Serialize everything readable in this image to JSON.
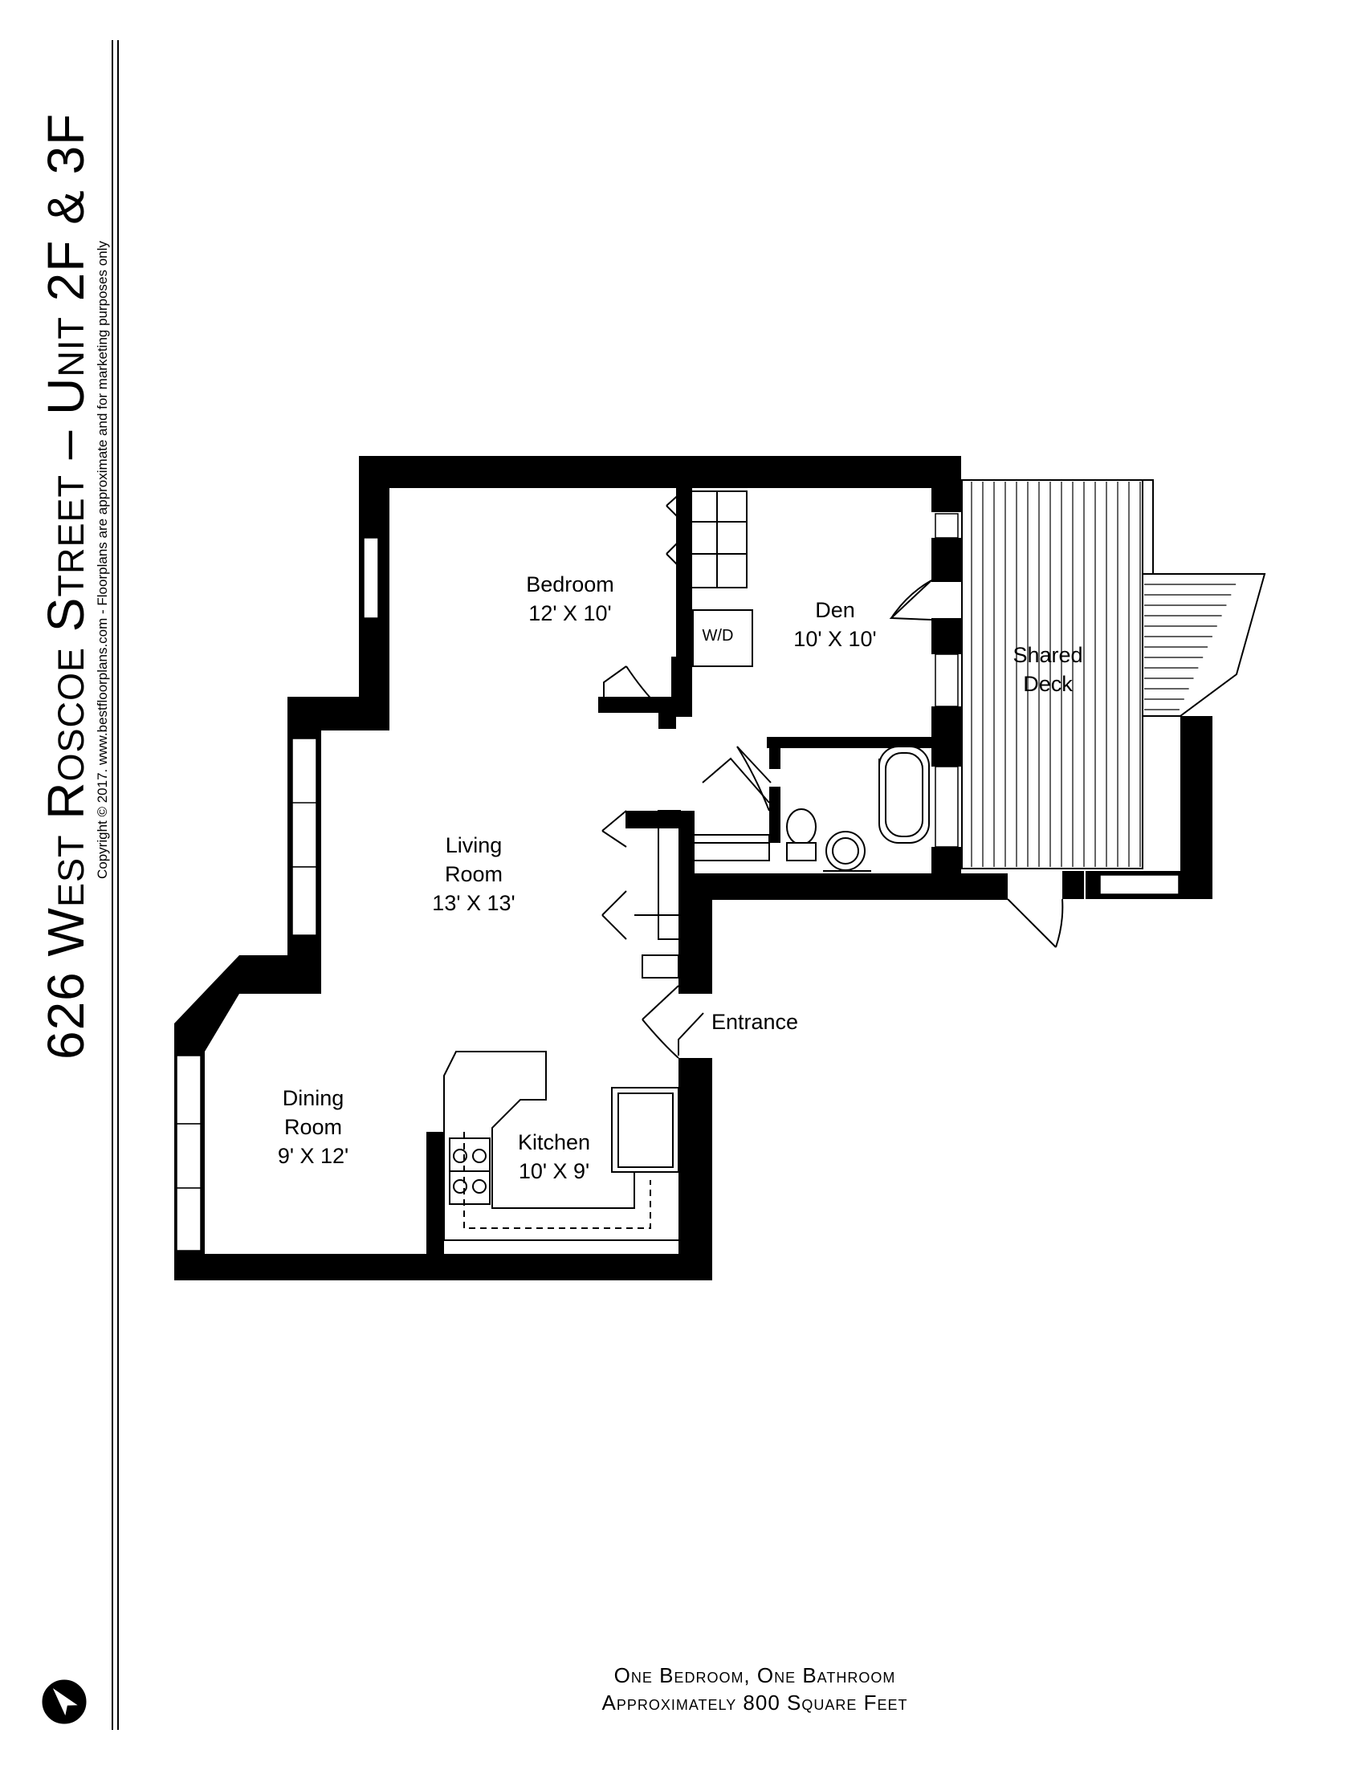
{
  "title": "626 West Roscoe Street – Unit 2F & 3F",
  "copyright": "Copyright © 2017. www.bestfloorplans.com - Floorplans are approximate and for marketing purposes only",
  "rooms": {
    "bedroom": {
      "name": "Bedroom",
      "size": "12' X 10'"
    },
    "den": {
      "name": "Den",
      "size": "10' X 10'"
    },
    "wd": "W/D",
    "deck_line1": "Shared",
    "deck_line2": "Deck",
    "living_line1": "Living",
    "living_line2": "Room",
    "living_size": "13' X 13'",
    "dining_line1": "Dining",
    "dining_line2": "Room",
    "dining_size": "9' X 12'",
    "kitchen": {
      "name": "Kitchen",
      "size": "10' X 9'"
    },
    "entrance": "Entrance"
  },
  "footer": {
    "line1": "One Bedroom, One Bathroom",
    "line2": "Approximately 800 Square Feet"
  },
  "compass_icon": "north-arrow-icon"
}
